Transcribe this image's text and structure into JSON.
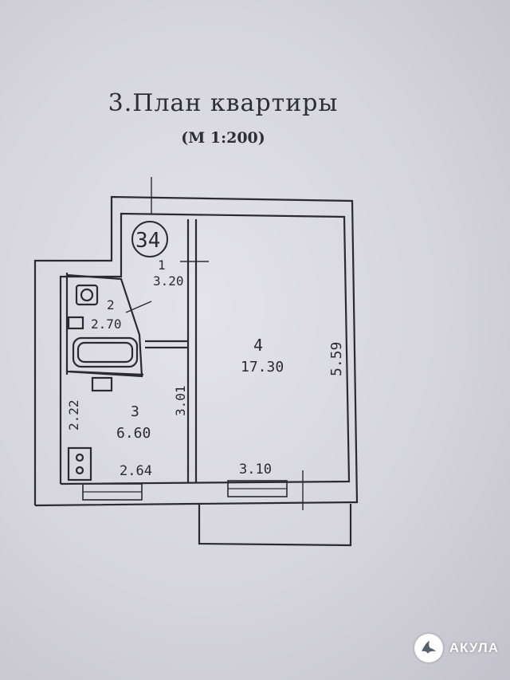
{
  "title": "3.План  квартиры",
  "scale": "(М  1:200)",
  "apartment_number": "34",
  "rooms": [
    {
      "number": "1",
      "area": "3.20"
    },
    {
      "number": "2",
      "area": "2.70"
    },
    {
      "number": "3",
      "area": "6.60"
    },
    {
      "number": "4",
      "area": "17.30"
    }
  ],
  "dimensions": {
    "left_height": "2.22",
    "room3_width": "2.64",
    "room3_height": "3.01",
    "room4_width": "3.10",
    "room4_height": "5.59"
  },
  "brand": {
    "name": "АКУЛА"
  },
  "colors": {
    "ink": "#2a2a30",
    "paper": "#dcdbe2"
  }
}
